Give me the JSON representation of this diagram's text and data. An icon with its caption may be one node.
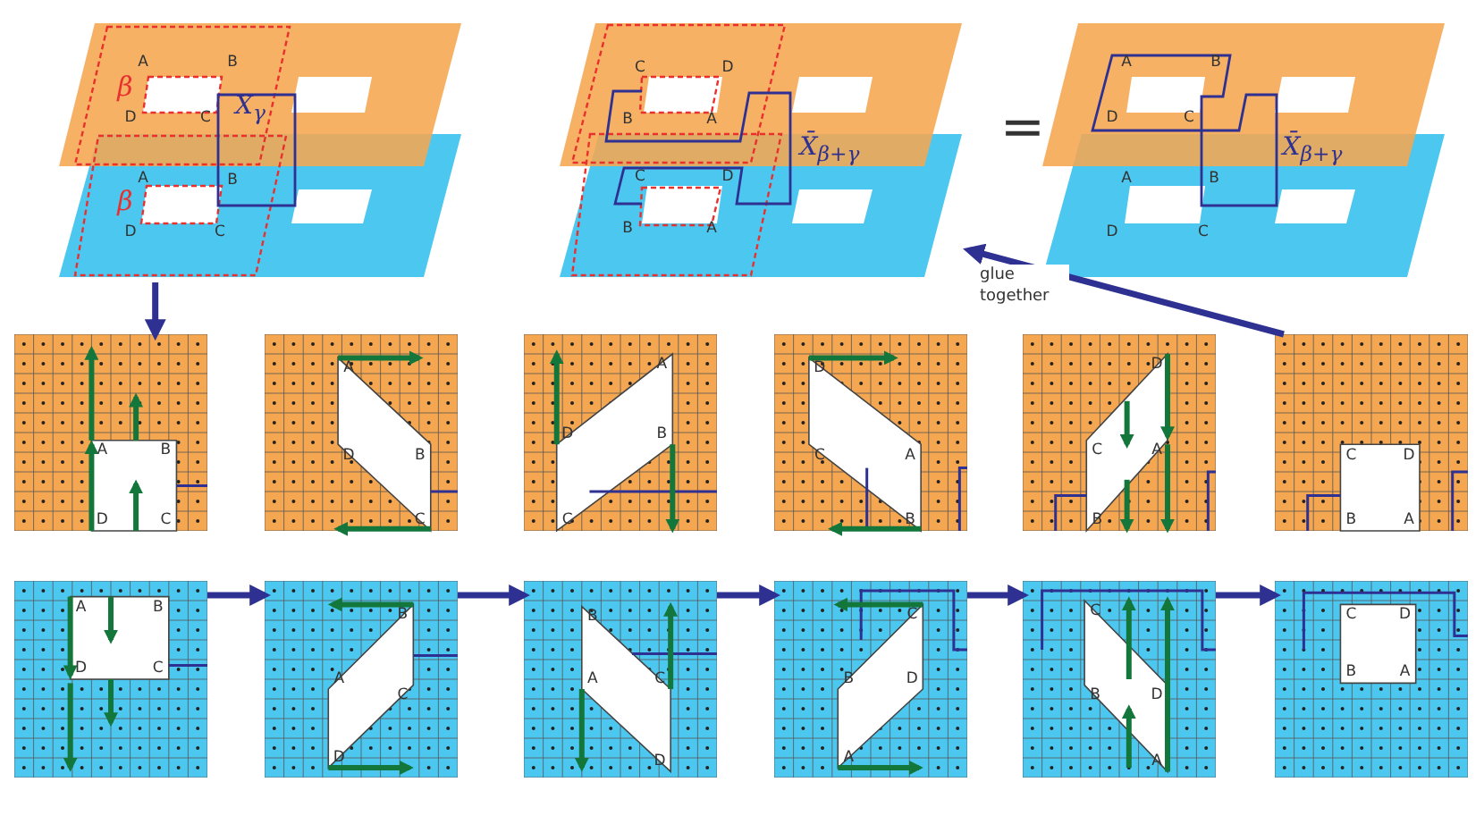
{
  "diagram": {
    "nodes": [
      {
        "text": [
          "A",
          "B",
          "β",
          "D",
          "C",
          "X$_{γ}$",
          "A",
          "B",
          "β",
          "D",
          "C"
        ]
      },
      {
        "text": [
          "C",
          "D",
          "B",
          "A",
          "X̄$_{β+γ}$",
          "C",
          "D",
          "B",
          "A"
        ]
      },
      {
        "text": [
          "A",
          "B",
          "D",
          "C",
          "X̄$_{β+γ}$",
          "A",
          "B",
          "D",
          "C"
        ]
      },
      {
        "text": [
          "A",
          "B",
          "D",
          "C"
        ]
      },
      {
        "text": [
          "A",
          "D",
          "B",
          "C"
        ]
      },
      {
        "text": [
          "A",
          "D",
          "B",
          "C"
        ]
      },
      {
        "text": [
          "D",
          "C",
          "A",
          "B"
        ]
      },
      {
        "text": [
          "D",
          "C",
          "A",
          "B"
        ]
      },
      {
        "text": [
          "C",
          "D",
          "B",
          "A"
        ]
      },
      {
        "text": [
          "A",
          "B",
          "D",
          "C"
        ]
      },
      {
        "text": [
          "B",
          "A",
          "C",
          "D"
        ]
      },
      {
        "text": [
          "B",
          "A",
          "C",
          "D"
        ]
      },
      {
        "text": [
          "C",
          "B",
          "D",
          "A"
        ]
      },
      {
        "text": [
          "C",
          "B",
          "D",
          "A"
        ]
      },
      {
        "text": [
          "C",
          "D",
          "B",
          "A"
        ]
      }
    ],
    "edges": [
      {
        "from": 0,
        "to": 3,
        "arrow": "to"
      },
      {
        "from": 9,
        "to": 10,
        "arrow": "to"
      },
      {
        "from": 10,
        "to": 11,
        "arrow": "to"
      },
      {
        "from": 11,
        "to": 12,
        "arrow": "to"
      },
      {
        "from": 12,
        "to": 13,
        "arrow": "to"
      },
      {
        "from": 13,
        "to": 14,
        "arrow": "to"
      },
      {
        "from": 8,
        "to": 1,
        "label": "glue together",
        "arrow": "to"
      }
    ],
    "labels": [
      "="
    ]
  }
}
